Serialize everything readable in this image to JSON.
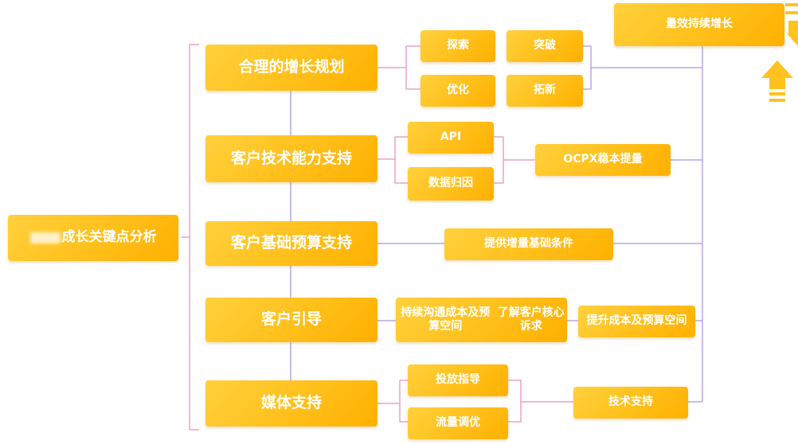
{
  "root": {
    "label_visible": "成长关键点分析"
  },
  "goal": {
    "label": "量效持续增长"
  },
  "branches": [
    {
      "label": "合理的增长规划",
      "subs": [
        "探索",
        "突破",
        "优化",
        "拓新"
      ]
    },
    {
      "label": "客户技术能力支持",
      "subs": [
        "API",
        "数据归因"
      ],
      "result": "OCPX稳本提量"
    },
    {
      "label": "客户基础预算支持",
      "result": "提供增量基础条件"
    },
    {
      "label": "客户引导",
      "subs": [
        "持续沟通成本及预算空间",
        "了解客户核心诉求"
      ],
      "result": "提升成本及预算空间"
    },
    {
      "label": "媒体支持",
      "subs": [
        "投放指导",
        "流量调优"
      ],
      "result": "技术支持"
    }
  ],
  "colors": {
    "node_fill": "#ffc21f",
    "connector_purple": "#b9a6e6",
    "connector_pink": "#e9a2c7",
    "arrow": "#ffc21f"
  },
  "icons": {
    "goal_arrow": "up-arrow-icon"
  }
}
